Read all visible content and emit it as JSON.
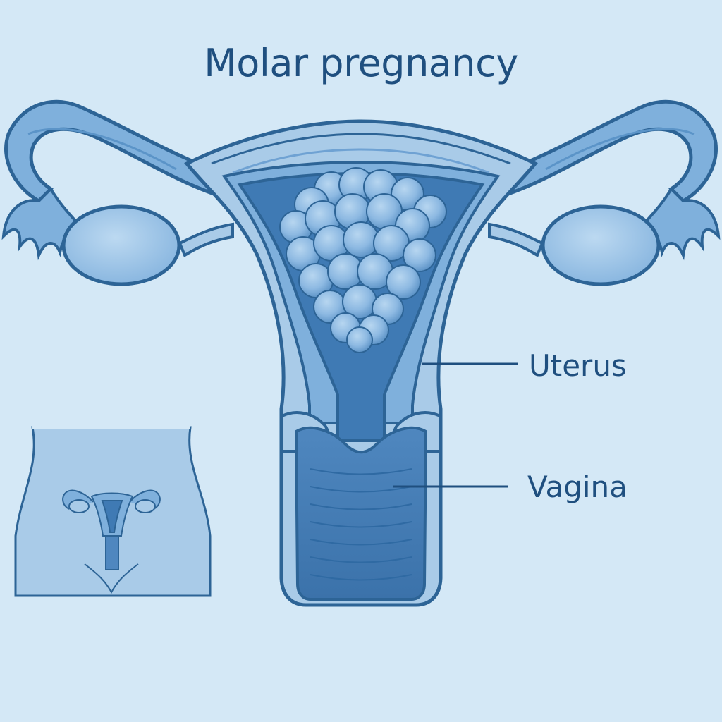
{
  "title": "Molar pregnancy",
  "labels": {
    "uterus": "Uterus",
    "vagina": "Vagina"
  },
  "colors": {
    "background": "#d4e8f6",
    "outline": "#2d6496",
    "tissue_light": "#a9cbe8",
    "tissue_mid": "#7fb0dc",
    "cavity_dark": "#4f87bf",
    "text": "#1f4f7f"
  },
  "icons": {
    "inset": "body-outline-with-small-uterus",
    "mass": "grape-like-cluster"
  }
}
